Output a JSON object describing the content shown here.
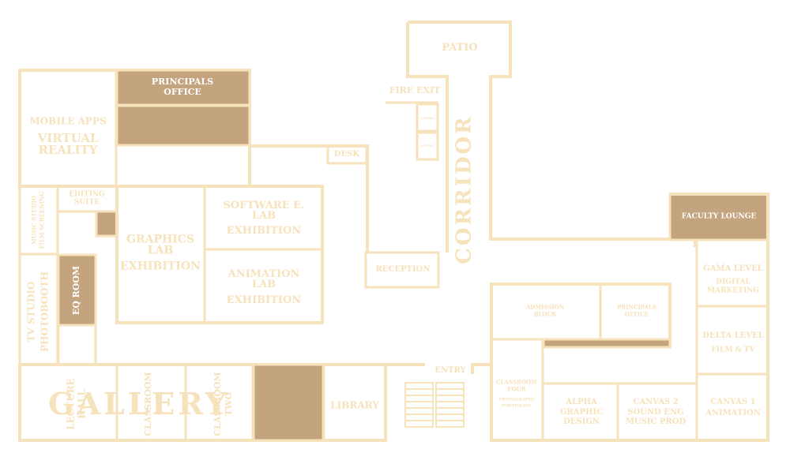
{
  "map": {
    "colors": {
      "wall": "#f6e2bb",
      "solid_room": "#c4a47e",
      "background": "#ffffff",
      "dark_label": "#ffffff"
    },
    "labels": {
      "patio": "PATIO",
      "fire_exit": "FIRE EXIT",
      "corridor": "CORRIDOR",
      "principals_office_top_1": "PRINCIPALS",
      "principals_office_top_2": "OFFICE",
      "mobile_apps": "MOBILE APPS",
      "virtual_1": "VIRTUAL",
      "virtual_2": "REALITY",
      "desk": "DESK",
      "editing_1": "EDITING",
      "editing_2": "SUITE",
      "music_studio_1": "MUSIC STUDIO",
      "music_studio_2": "FILM SCREENING",
      "graphics_1": "GRAPHICS",
      "graphics_2": "LAB",
      "graphics_3": "EXHIBITION",
      "software_1": "SOFTWARE E.",
      "software_2": "LAB",
      "software_3": "EXHIBITION",
      "animation_1": "ANIMATION",
      "animation_2": "LAB",
      "animation_3": "EXHIBITION",
      "reception": "RECEPTION",
      "faculty_lounge": "FACULTY LOUNGE",
      "tv_studio_1": "TV STUDIO",
      "tv_studio_2": "PHOTOBOOTH",
      "eq_room": "EQ ROOM",
      "gama_1": "GAMA LEVEL",
      "gama_2": "DIGITAL",
      "gama_3": "MARKETING",
      "admission_1": "ADMISSION",
      "admission_2": "BLOCK",
      "principals_2_1": "PRINCIPALS",
      "principals_2_2": "OFFICE",
      "delta_1": "DELTA LEVEL",
      "delta_2": "FILM & TV",
      "entry": "ENTRY",
      "gallery": "GALLERY",
      "lecture_1": "LECTURE",
      "lecture_2": "HALL",
      "classroom_one_1": "CLASSROOM",
      "classroom_one_2": "ONE",
      "classroom_two_1": "CLASSROOM",
      "classroom_two_2": "TWO",
      "library": "LIBRARY",
      "classroom_four_1": "CLASSROOM",
      "classroom_four_2": "FOUR",
      "classroom_four_3": "PHOTOGRAPHY",
      "classroom_four_4": "PORTFOLIOS",
      "alpha_1": "ALPHA",
      "alpha_2": "GRAPHIC",
      "alpha_3": "DESIGN",
      "canvas2_1": "CANVAS 2",
      "canvas2_2": "SOUND ENG",
      "canvas2_3": "MUSIC PROD",
      "canvas1_1": "CANVAS 1",
      "canvas1_2": "ANIMATION",
      "small_room_1": "LADIES",
      "small_room_2": "GENTS"
    }
  }
}
